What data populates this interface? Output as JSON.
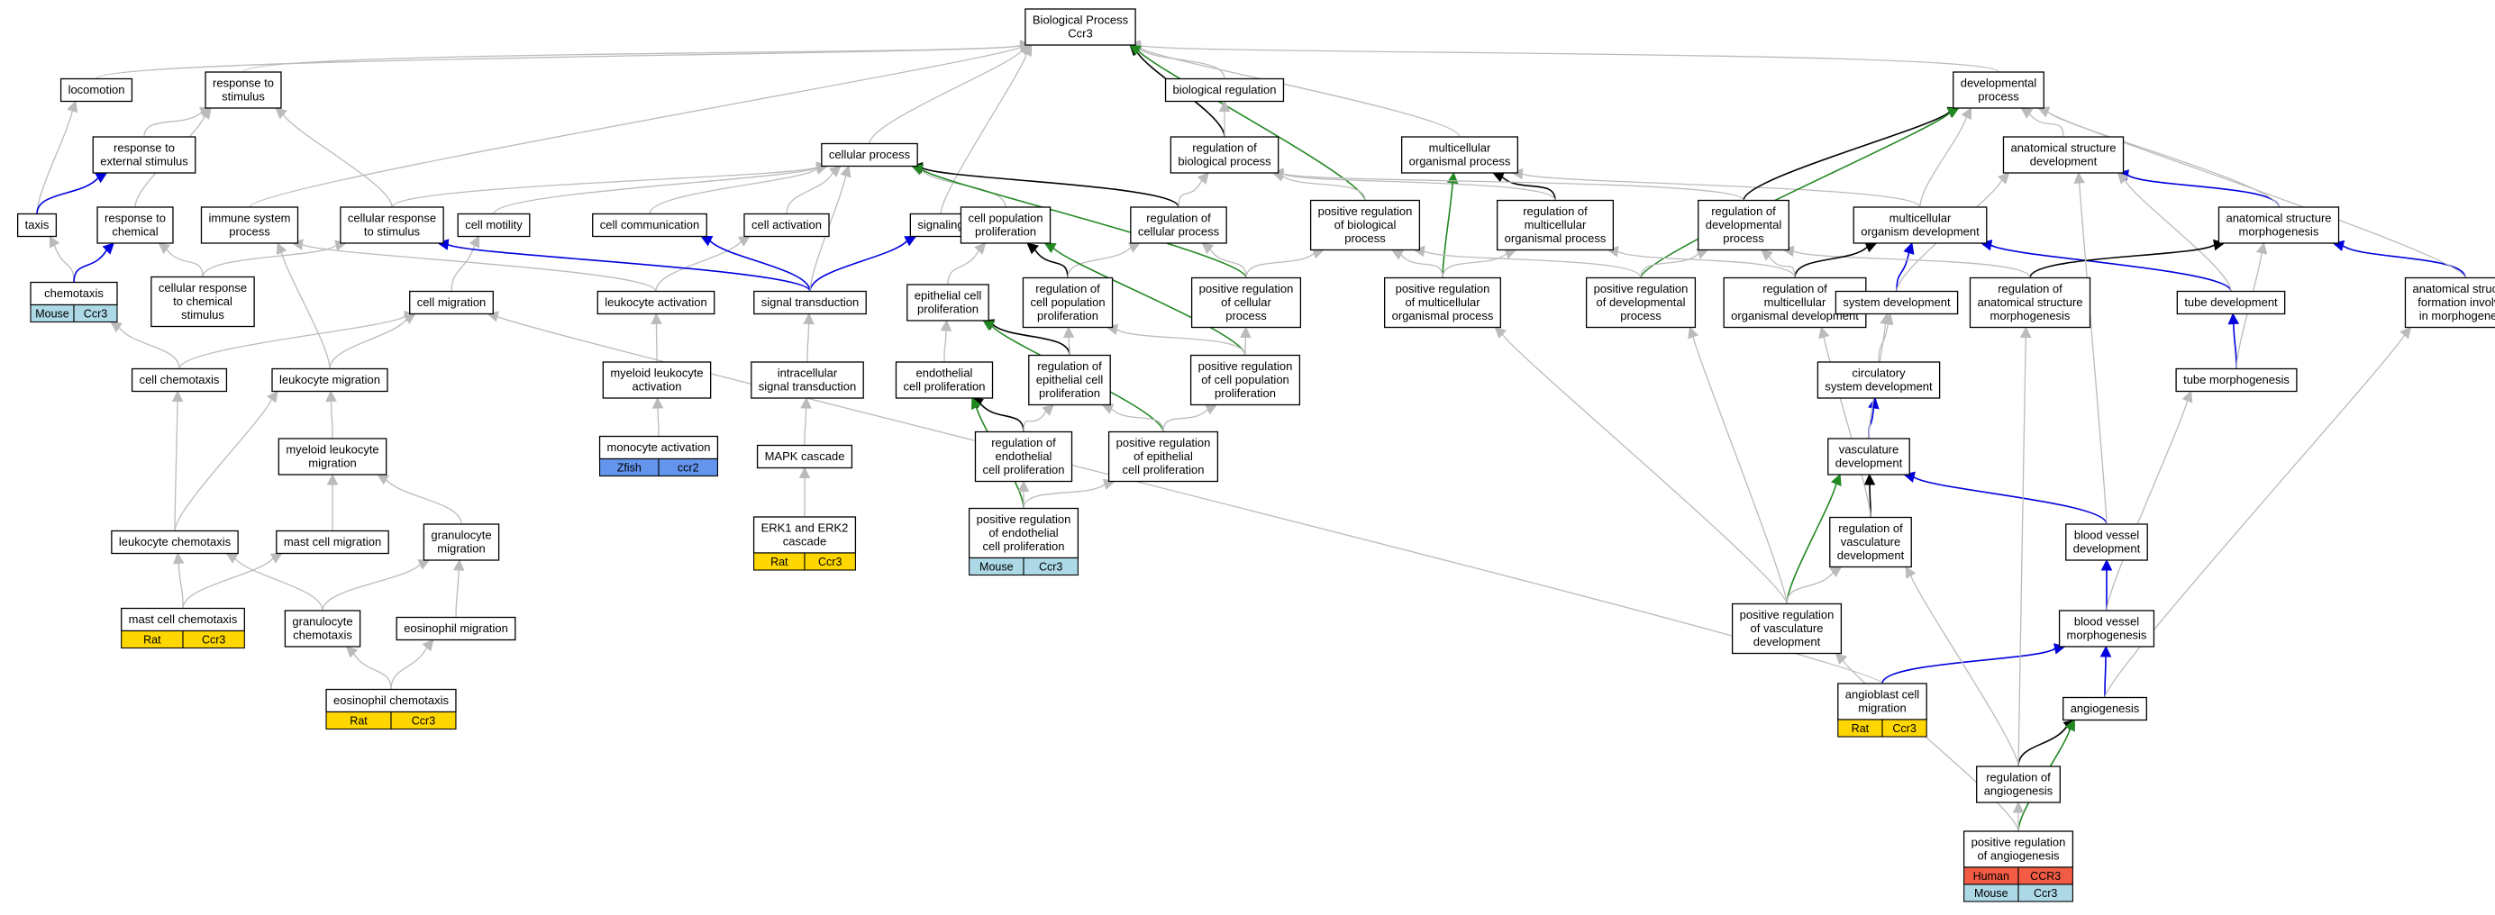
{
  "colors": {
    "gray_edge": "#bbbbbb",
    "black_edge": "#000000",
    "blue_edge": "#0000dd",
    "green_edge": "#228822",
    "rat": "#ffd700",
    "mouse": "#add8e6",
    "human": "#f25c45",
    "zfish": "#6495ed"
  },
  "nodes": [
    {
      "id": "bp",
      "lines": [
        "Biological Process",
        "Ccr3"
      ]
    },
    {
      "id": "biolreg",
      "lines": [
        "biological regulation"
      ]
    },
    {
      "id": "locomotion",
      "lines": [
        "locomotion"
      ]
    },
    {
      "id": "resp_stim",
      "lines": [
        "response to",
        "stimulus"
      ]
    },
    {
      "id": "resp_ext",
      "lines": [
        "response to",
        "external stimulus"
      ]
    },
    {
      "id": "taxis",
      "lines": [
        "taxis"
      ]
    },
    {
      "id": "resp_chem",
      "lines": [
        "response to",
        "chemical"
      ]
    },
    {
      "id": "chemotaxis",
      "lines": [
        "chemotaxis"
      ]
    },
    {
      "id": "cell_resp_chem",
      "lines": [
        "cellular response",
        "to chemical",
        "stimulus"
      ]
    },
    {
      "id": "immune",
      "lines": [
        "immune system",
        "process"
      ]
    },
    {
      "id": "cell_resp_stim",
      "lines": [
        "cellular response",
        "to stimulus"
      ]
    },
    {
      "id": "cell_motility",
      "lines": [
        "cell motility"
      ]
    },
    {
      "id": "cell_comm",
      "lines": [
        "cell communication"
      ]
    },
    {
      "id": "cell_act",
      "lines": [
        "cell activation"
      ]
    },
    {
      "id": "signaling",
      "lines": [
        "signaling"
      ]
    },
    {
      "id": "cellular",
      "lines": [
        "cellular process"
      ]
    },
    {
      "id": "reg_bio",
      "lines": [
        "regulation of",
        "biological process"
      ]
    },
    {
      "id": "multi",
      "lines": [
        "multicellular",
        "organismal process"
      ]
    },
    {
      "id": "dev",
      "lines": [
        "developmental",
        "process"
      ]
    },
    {
      "id": "anat_dev",
      "lines": [
        "anatomical structure",
        "development"
      ]
    },
    {
      "id": "cell_pop",
      "lines": [
        "cell population",
        "proliferation"
      ]
    },
    {
      "id": "reg_cell",
      "lines": [
        "regulation of",
        "cellular process"
      ]
    },
    {
      "id": "pos_reg_bio",
      "lines": [
        "positive regulation",
        "of biological",
        "process"
      ]
    },
    {
      "id": "reg_multi",
      "lines": [
        "regulation of",
        "multicellular",
        "organismal process"
      ]
    },
    {
      "id": "reg_dev",
      "lines": [
        "regulation of",
        "developmental",
        "process"
      ]
    },
    {
      "id": "multi_dev",
      "lines": [
        "multicellular",
        "organism development"
      ]
    },
    {
      "id": "anat_morph",
      "lines": [
        "anatomical structure",
        "morphogenesis"
      ]
    },
    {
      "id": "cell_mig",
      "lines": [
        "cell migration"
      ]
    },
    {
      "id": "leuk_act",
      "lines": [
        "leukocyte activation"
      ]
    },
    {
      "id": "sig_trans",
      "lines": [
        "signal transduction"
      ]
    },
    {
      "id": "epi_prolif",
      "lines": [
        "epithelial cell",
        "proliferation"
      ]
    },
    {
      "id": "reg_cell_pop",
      "lines": [
        "regulation of",
        "cell population",
        "proliferation"
      ]
    },
    {
      "id": "pos_reg_cell",
      "lines": [
        "positive regulation",
        "of cellular",
        "process"
      ]
    },
    {
      "id": "pos_reg_multi",
      "lines": [
        "positive regulation",
        "of multicellular",
        "organismal process"
      ]
    },
    {
      "id": "pos_reg_dev",
      "lines": [
        "positive regulation",
        "of developmental",
        "process"
      ]
    },
    {
      "id": "reg_multi_dev",
      "lines": [
        "regulation of",
        "multicellular",
        "organismal development"
      ]
    },
    {
      "id": "sys_dev",
      "lines": [
        "system development"
      ]
    },
    {
      "id": "tube_dev",
      "lines": [
        "tube development"
      ]
    },
    {
      "id": "reg_anat_morph",
      "lines": [
        "regulation of",
        "anatomical structure",
        "morphogenesis"
      ]
    },
    {
      "id": "anat_form",
      "lines": [
        "anatomical structure",
        "formation involved",
        "in morphogenesis"
      ]
    },
    {
      "id": "cell_chemo",
      "lines": [
        "cell chemotaxis"
      ]
    },
    {
      "id": "leuk_mig",
      "lines": [
        "leukocyte migration"
      ]
    },
    {
      "id": "myel_act",
      "lines": [
        "myeloid leukocyte",
        "activation"
      ]
    },
    {
      "id": "intra",
      "lines": [
        "intracellular",
        "signal transduction"
      ]
    },
    {
      "id": "endo_prolif",
      "lines": [
        "endothelial",
        "cell proliferation"
      ]
    },
    {
      "id": "reg_epi",
      "lines": [
        "regulation of",
        "epithelial cell",
        "proliferation"
      ]
    },
    {
      "id": "pos_reg_cell_pop",
      "lines": [
        "positive regulation",
        "of cell population",
        "proliferation"
      ]
    },
    {
      "id": "circ",
      "lines": [
        "circulatory",
        "system development"
      ]
    },
    {
      "id": "tube_morph",
      "lines": [
        "tube morphogenesis"
      ]
    },
    {
      "id": "myel_mig",
      "lines": [
        "myeloid leukocyte",
        "migration"
      ]
    },
    {
      "id": "mono_act",
      "lines": [
        "monocyte activation"
      ]
    },
    {
      "id": "mapk",
      "lines": [
        "MAPK cascade"
      ]
    },
    {
      "id": "reg_endo",
      "lines": [
        "regulation of",
        "endothelial",
        "cell proliferation"
      ]
    },
    {
      "id": "pos_reg_epi",
      "lines": [
        "positive regulation",
        "of epithelial",
        "cell proliferation"
      ]
    },
    {
      "id": "vasc_dev",
      "lines": [
        "vasculature",
        "development"
      ]
    },
    {
      "id": "leuk_chemo",
      "lines": [
        "leukocyte chemotaxis"
      ]
    },
    {
      "id": "mast_mig",
      "lines": [
        "mast cell migration"
      ]
    },
    {
      "id": "gran_mig",
      "lines": [
        "granulocyte",
        "migration"
      ]
    },
    {
      "id": "erk",
      "lines": [
        "ERK1 and ERK2",
        "cascade"
      ]
    },
    {
      "id": "pos_reg_endo",
      "lines": [
        "positive regulation",
        "of endothelial",
        "cell proliferation"
      ]
    },
    {
      "id": "reg_vasc",
      "lines": [
        "regulation of",
        "vasculature",
        "development"
      ]
    },
    {
      "id": "bv_dev",
      "lines": [
        "blood vessel",
        "development"
      ]
    },
    {
      "id": "mast_chemo",
      "lines": [
        "mast cell chemotaxis"
      ]
    },
    {
      "id": "gran_chemo",
      "lines": [
        "granulocyte",
        "chemotaxis"
      ]
    },
    {
      "id": "eos_mig",
      "lines": [
        "eosinophil migration"
      ]
    },
    {
      "id": "pos_reg_vasc",
      "lines": [
        "positive regulation",
        "of vasculature",
        "development"
      ]
    },
    {
      "id": "bv_morph",
      "lines": [
        "blood vessel",
        "morphogenesis"
      ]
    },
    {
      "id": "eos_chemo",
      "lines": [
        "eosinophil chemotaxis"
      ]
    },
    {
      "id": "angioblast",
      "lines": [
        "angioblast cell",
        "migration"
      ]
    },
    {
      "id": "angio",
      "lines": [
        "angiogenesis"
      ]
    },
    {
      "id": "reg_angio",
      "lines": [
        "regulation of",
        "angiogenesis"
      ]
    },
    {
      "id": "pos_reg_angio",
      "lines": [
        "positive regulation",
        "of angiogenesis"
      ]
    }
  ],
  "annotations": [
    {
      "node": "chemotaxis",
      "rows": [
        [
          {
            "label": "Mouse",
            "color": "mouse"
          },
          {
            "label": "Ccr3",
            "color": "mouse"
          }
        ]
      ]
    },
    {
      "node": "mono_act",
      "rows": [
        [
          {
            "label": "Zfish",
            "color": "zfish"
          },
          {
            "label": "ccr2",
            "color": "zfish"
          }
        ]
      ]
    },
    {
      "node": "erk",
      "rows": [
        [
          {
            "label": "Rat",
            "color": "rat"
          },
          {
            "label": "Ccr3",
            "color": "rat"
          }
        ]
      ]
    },
    {
      "node": "pos_reg_endo",
      "rows": [
        [
          {
            "label": "Mouse",
            "color": "mouse"
          },
          {
            "label": "Ccr3",
            "color": "mouse"
          }
        ]
      ]
    },
    {
      "node": "mast_chemo",
      "rows": [
        [
          {
            "label": "Rat",
            "color": "rat"
          },
          {
            "label": "Ccr3",
            "color": "rat"
          }
        ]
      ]
    },
    {
      "node": "eos_chemo",
      "rows": [
        [
          {
            "label": "Rat",
            "color": "rat"
          },
          {
            "label": "Ccr3",
            "color": "rat"
          }
        ]
      ]
    },
    {
      "node": "angioblast",
      "rows": [
        [
          {
            "label": "Rat",
            "color": "rat"
          },
          {
            "label": "Ccr3",
            "color": "rat"
          }
        ]
      ]
    },
    {
      "node": "pos_reg_angio",
      "rows": [
        [
          {
            "label": "Human",
            "color": "human"
          },
          {
            "label": "CCR3",
            "color": "human"
          }
        ],
        [
          {
            "label": "Mouse",
            "color": "mouse"
          },
          {
            "label": "Ccr3",
            "color": "mouse"
          }
        ]
      ]
    }
  ],
  "edges": [
    [
      "biolreg",
      "bp",
      "gray"
    ],
    [
      "locomotion",
      "bp",
      "gray"
    ],
    [
      "resp_stim",
      "bp",
      "gray"
    ],
    [
      "cellular",
      "bp",
      "gray"
    ],
    [
      "reg_bio",
      "bp",
      "black"
    ],
    [
      "multi",
      "bp",
      "gray"
    ],
    [
      "dev",
      "bp",
      "gray"
    ],
    [
      "pos_reg_bio",
      "bp",
      "green"
    ],
    [
      "reg_bio",
      "biolreg",
      "gray"
    ],
    [
      "resp_ext",
      "resp_stim",
      "gray"
    ],
    [
      "resp_chem",
      "resp_stim",
      "gray"
    ],
    [
      "cell_resp_stim",
      "resp_stim",
      "gray"
    ],
    [
      "taxis",
      "locomotion",
      "gray"
    ],
    [
      "taxis",
      "resp_ext",
      "blue"
    ],
    [
      "chemotaxis",
      "taxis",
      "gray"
    ],
    [
      "chemotaxis",
      "resp_chem",
      "blue"
    ],
    [
      "cell_resp_chem",
      "resp_chem",
      "gray"
    ],
    [
      "cell_resp_chem",
      "cell_resp_stim",
      "gray"
    ],
    [
      "immune",
      "bp",
      "gray"
    ],
    [
      "cell_resp_stim",
      "cellular",
      "gray"
    ],
    [
      "cell_motility",
      "cellular",
      "gray"
    ],
    [
      "cell_comm",
      "cellular",
      "gray"
    ],
    [
      "cell_act",
      "cellular",
      "gray"
    ],
    [
      "signaling",
      "bp",
      "gray"
    ],
    [
      "cell_pop",
      "cellular",
      "gray"
    ],
    [
      "reg_cell",
      "cellular",
      "black"
    ],
    [
      "reg_cell",
      "reg_bio",
      "gray"
    ],
    [
      "pos_reg_bio",
      "reg_bio",
      "gray"
    ],
    [
      "pos_reg_cell",
      "cellular",
      "green"
    ],
    [
      "reg_multi",
      "multi",
      "black"
    ],
    [
      "reg_multi",
      "reg_bio",
      "gray"
    ],
    [
      "pos_reg_multi",
      "multi",
      "green"
    ],
    [
      "multi_dev",
      "multi",
      "gray"
    ],
    [
      "multi_dev",
      "dev",
      "gray"
    ],
    [
      "anat_dev",
      "dev",
      "gray"
    ],
    [
      "anat_morph",
      "anat_dev",
      "blue"
    ],
    [
      "anat_morph",
      "dev",
      "gray"
    ],
    [
      "reg_dev",
      "dev",
      "black"
    ],
    [
      "reg_dev",
      "reg_bio",
      "gray"
    ],
    [
      "pos_reg_dev",
      "dev",
      "green"
    ],
    [
      "sys_dev",
      "multi_dev",
      "blue"
    ],
    [
      "sys_dev",
      "anat_dev",
      "gray"
    ],
    [
      "tube_dev",
      "multi_dev",
      "blue"
    ],
    [
      "tube_dev",
      "anat_dev",
      "gray"
    ],
    [
      "reg_anat_morph",
      "anat_morph",
      "black"
    ],
    [
      "reg_anat_morph",
      "reg_dev",
      "gray"
    ],
    [
      "anat_form",
      "anat_morph",
      "blue"
    ],
    [
      "anat_form",
      "dev",
      "gray"
    ],
    [
      "reg_multi_dev",
      "multi_dev",
      "black"
    ],
    [
      "reg_multi_dev",
      "reg_dev",
      "gray"
    ],
    [
      "reg_multi_dev",
      "reg_multi",
      "gray"
    ],
    [
      "pos_reg_multi",
      "reg_multi",
      "gray"
    ],
    [
      "pos_reg_multi",
      "pos_reg_bio",
      "gray"
    ],
    [
      "pos_reg_dev",
      "reg_dev",
      "gray"
    ],
    [
      "pos_reg_dev",
      "pos_reg_bio",
      "gray"
    ],
    [
      "pos_reg_cell",
      "reg_cell",
      "gray"
    ],
    [
      "pos_reg_cell",
      "pos_reg_bio",
      "gray"
    ],
    [
      "cell_mig",
      "cell_motility",
      "gray"
    ],
    [
      "cell_chemo",
      "cell_mig",
      "gray"
    ],
    [
      "cell_chemo",
      "chemotaxis",
      "gray"
    ],
    [
      "leuk_mig",
      "cell_mig",
      "gray"
    ],
    [
      "leuk_mig",
      "immune",
      "gray"
    ],
    [
      "leuk_act",
      "cell_act",
      "gray"
    ],
    [
      "leuk_act",
      "immune",
      "gray"
    ],
    [
      "sig_trans",
      "cell_resp_stim",
      "blue"
    ],
    [
      "sig_trans",
      "cell_comm",
      "blue"
    ],
    [
      "sig_trans",
      "signaling",
      "blue"
    ],
    [
      "sig_trans",
      "cellular",
      "gray"
    ],
    [
      "intra",
      "sig_trans",
      "gray"
    ],
    [
      "mapk",
      "intra",
      "gray"
    ],
    [
      "erk",
      "mapk",
      "gray"
    ],
    [
      "myel_act",
      "leuk_act",
      "gray"
    ],
    [
      "mono_act",
      "myel_act",
      "gray"
    ],
    [
      "epi_prolif",
      "cell_pop",
      "gray"
    ],
    [
      "reg_cell_pop",
      "cell_pop",
      "black"
    ],
    [
      "reg_cell_pop",
      "reg_cell",
      "gray"
    ],
    [
      "pos_reg_cell_pop",
      "cell_pop",
      "green"
    ],
    [
      "pos_reg_cell_pop",
      "reg_cell_pop",
      "gray"
    ],
    [
      "pos_reg_cell_pop",
      "pos_reg_cell",
      "gray"
    ],
    [
      "endo_prolif",
      "epi_prolif",
      "gray"
    ],
    [
      "reg_epi",
      "epi_prolif",
      "black"
    ],
    [
      "reg_epi",
      "reg_cell_pop",
      "gray"
    ],
    [
      "reg_endo",
      "endo_prolif",
      "black"
    ],
    [
      "reg_endo",
      "reg_epi",
      "gray"
    ],
    [
      "pos_reg_epi",
      "epi_prolif",
      "green"
    ],
    [
      "pos_reg_epi",
      "reg_epi",
      "gray"
    ],
    [
      "pos_reg_epi",
      "pos_reg_cell_pop",
      "gray"
    ],
    [
      "pos_reg_endo",
      "endo_prolif",
      "green"
    ],
    [
      "pos_reg_endo",
      "reg_endo",
      "gray"
    ],
    [
      "pos_reg_endo",
      "pos_reg_epi",
      "gray"
    ],
    [
      "myel_mig",
      "leuk_mig",
      "gray"
    ],
    [
      "leuk_chemo",
      "leuk_mig",
      "gray"
    ],
    [
      "leuk_chemo",
      "cell_chemo",
      "gray"
    ],
    [
      "mast_mig",
      "myel_mig",
      "gray"
    ],
    [
      "gran_mig",
      "myel_mig",
      "gray"
    ],
    [
      "mast_chemo",
      "mast_mig",
      "gray"
    ],
    [
      "mast_chemo",
      "leuk_chemo",
      "gray"
    ],
    [
      "gran_chemo",
      "gran_mig",
      "gray"
    ],
    [
      "gran_chemo",
      "leuk_chemo",
      "gray"
    ],
    [
      "eos_mig",
      "gran_mig",
      "gray"
    ],
    [
      "eos_chemo",
      "eos_mig",
      "gray"
    ],
    [
      "eos_chemo",
      "gran_chemo",
      "gray"
    ],
    [
      "circ",
      "sys_dev",
      "gray"
    ],
    [
      "vasc_dev",
      "circ",
      "blue"
    ],
    [
      "vasc_dev",
      "sys_dev",
      "gray"
    ],
    [
      "reg_vasc",
      "vasc_dev",
      "black"
    ],
    [
      "reg_vasc",
      "reg_multi_dev",
      "gray"
    ],
    [
      "pos_reg_vasc",
      "vasc_dev",
      "green"
    ],
    [
      "pos_reg_vasc",
      "reg_vasc",
      "gray"
    ],
    [
      "pos_reg_vasc",
      "pos_reg_multi",
      "gray"
    ],
    [
      "pos_reg_vasc",
      "pos_reg_dev",
      "gray"
    ],
    [
      "tube_morph",
      "tube_dev",
      "blue"
    ],
    [
      "tube_morph",
      "anat_morph",
      "gray"
    ],
    [
      "bv_dev",
      "vasc_dev",
      "blue"
    ],
    [
      "bv_dev",
      "anat_dev",
      "gray"
    ],
    [
      "bv_morph",
      "bv_dev",
      "blue"
    ],
    [
      "bv_morph",
      "tube_morph",
      "gray"
    ],
    [
      "angioblast",
      "bv_morph",
      "blue"
    ],
    [
      "angioblast",
      "cell_mig",
      "gray"
    ],
    [
      "angio",
      "bv_morph",
      "blue"
    ],
    [
      "angio",
      "anat_form",
      "gray"
    ],
    [
      "reg_angio",
      "angio",
      "black"
    ],
    [
      "reg_angio",
      "reg_vasc",
      "gray"
    ],
    [
      "reg_angio",
      "reg_anat_morph",
      "gray"
    ],
    [
      "pos_reg_angio",
      "angio",
      "green"
    ],
    [
      "pos_reg_angio",
      "reg_angio",
      "gray"
    ],
    [
      "pos_reg_angio",
      "pos_reg_vasc",
      "gray"
    ]
  ]
}
